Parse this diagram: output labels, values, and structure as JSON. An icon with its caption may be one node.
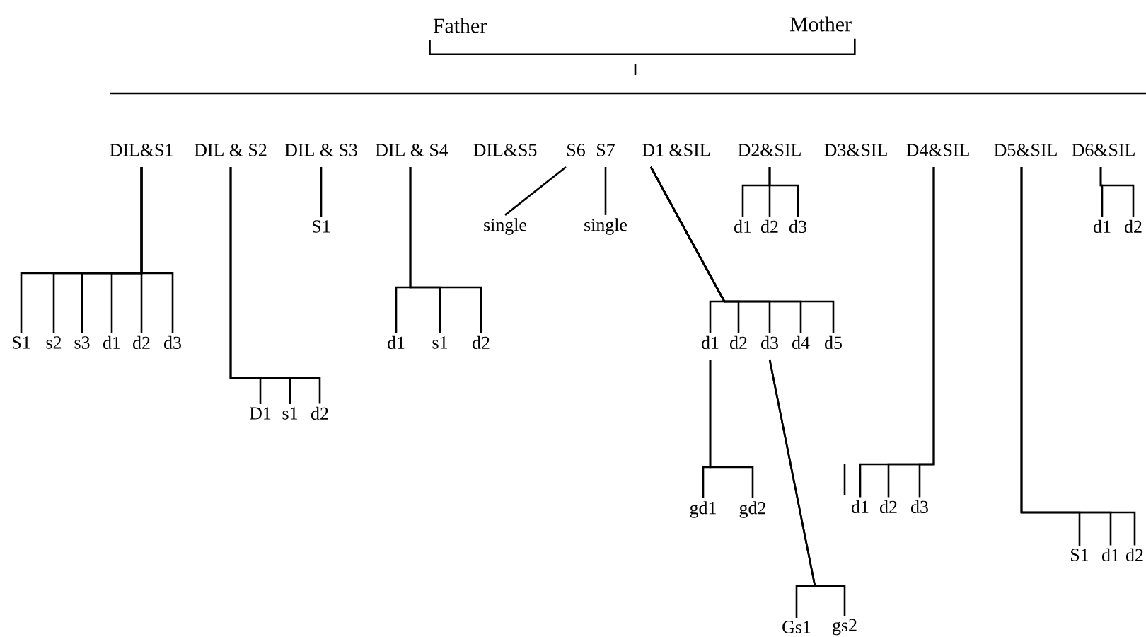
{
  "diagram": {
    "nodes": [
      {
        "text": [
          "Father"
        ]
      },
      {
        "text": [
          "Mother"
        ]
      },
      {
        "text": [
          "DIL&S1"
        ]
      },
      {
        "text": [
          "DIL & S2"
        ]
      },
      {
        "text": [
          "DIL & S3"
        ]
      },
      {
        "text": [
          "DIL & S4"
        ]
      },
      {
        "text": [
          "DIL&S5"
        ]
      },
      {
        "text": [
          "S6"
        ]
      },
      {
        "text": [
          "S7"
        ]
      },
      {
        "text": [
          "D1 &SIL"
        ]
      },
      {
        "text": [
          "D2&SIL"
        ]
      },
      {
        "text": [
          "D3&SIL"
        ]
      },
      {
        "text": [
          "D4&SIL"
        ]
      },
      {
        "text": [
          "D5&SIL"
        ]
      },
      {
        "text": [
          "D6&SIL"
        ]
      },
      {
        "text": [
          "single"
        ]
      },
      {
        "text": [
          "single"
        ]
      },
      {
        "text": [
          "S1"
        ]
      },
      {
        "text": [
          "d1"
        ]
      },
      {
        "text": [
          "d2"
        ]
      },
      {
        "text": [
          "d3"
        ]
      },
      {
        "text": [
          "d1"
        ]
      },
      {
        "text": [
          "d2"
        ]
      },
      {
        "text": [
          "S1"
        ]
      },
      {
        "text": [
          "s2"
        ]
      },
      {
        "text": [
          "s3"
        ]
      },
      {
        "text": [
          "d1"
        ]
      },
      {
        "text": [
          "d2"
        ]
      },
      {
        "text": [
          "d3"
        ]
      },
      {
        "text": [
          "d1"
        ]
      },
      {
        "text": [
          "s1"
        ]
      },
      {
        "text": [
          "d2"
        ]
      },
      {
        "text": [
          "d1"
        ]
      },
      {
        "text": [
          "d2"
        ]
      },
      {
        "text": [
          "d3"
        ]
      },
      {
        "text": [
          "d4"
        ]
      },
      {
        "text": [
          "d5"
        ]
      },
      {
        "text": [
          "D1"
        ]
      },
      {
        "text": [
          "s1"
        ]
      },
      {
        "text": [
          "d2"
        ]
      },
      {
        "text": [
          "gd1"
        ]
      },
      {
        "text": [
          "gd2"
        ]
      },
      {
        "text": [
          "d1"
        ]
      },
      {
        "text": [
          "d2"
        ]
      },
      {
        "text": [
          "d3"
        ]
      },
      {
        "text": [
          "S1"
        ]
      },
      {
        "text": [
          "d1"
        ]
      },
      {
        "text": [
          "d2"
        ]
      },
      {
        "text": [
          "Gs1"
        ]
      },
      {
        "text": [
          "gs2"
        ]
      }
    ],
    "edges": [
      {
        "from": 0,
        "to": 1,
        "arrow": "none"
      },
      {
        "from": 7,
        "to": 15,
        "arrow": "none"
      },
      {
        "from": 8,
        "to": 16,
        "arrow": "none"
      },
      {
        "from": 4,
        "to": 17,
        "arrow": "none"
      },
      {
        "from": 10,
        "to": 18,
        "arrow": "none"
      },
      {
        "from": 10,
        "to": 19,
        "arrow": "none"
      },
      {
        "from": 10,
        "to": 20,
        "arrow": "none"
      },
      {
        "from": 14,
        "to": 21,
        "arrow": "none"
      },
      {
        "from": 14,
        "to": 22,
        "arrow": "none"
      },
      {
        "from": 2,
        "to": 23,
        "arrow": "none"
      },
      {
        "from": 2,
        "to": 24,
        "arrow": "none"
      },
      {
        "from": 2,
        "to": 25,
        "arrow": "none"
      },
      {
        "from": 2,
        "to": 26,
        "arrow": "none"
      },
      {
        "from": 2,
        "to": 27,
        "arrow": "none"
      },
      {
        "from": 2,
        "to": 28,
        "arrow": "none"
      },
      {
        "from": 5,
        "to": 29,
        "arrow": "none"
      },
      {
        "from": 5,
        "to": 30,
        "arrow": "none"
      },
      {
        "from": 5,
        "to": 31,
        "arrow": "none"
      },
      {
        "from": 9,
        "to": 32,
        "arrow": "none"
      },
      {
        "from": 9,
        "to": 33,
        "arrow": "none"
      },
      {
        "from": 9,
        "to": 34,
        "arrow": "none"
      },
      {
        "from": 9,
        "to": 35,
        "arrow": "none"
      },
      {
        "from": 9,
        "to": 36,
        "arrow": "none"
      },
      {
        "from": 3,
        "to": 37,
        "arrow": "none"
      },
      {
        "from": 3,
        "to": 38,
        "arrow": "none"
      },
      {
        "from": 3,
        "to": 39,
        "arrow": "none"
      },
      {
        "from": 32,
        "to": 40,
        "arrow": "none"
      },
      {
        "from": 32,
        "to": 41,
        "arrow": "none"
      },
      {
        "from": 12,
        "to": 42,
        "arrow": "none"
      },
      {
        "from": 12,
        "to": 43,
        "arrow": "none"
      },
      {
        "from": 12,
        "to": 44,
        "arrow": "none"
      },
      {
        "from": 13,
        "to": 45,
        "arrow": "none"
      },
      {
        "from": 13,
        "to": 46,
        "arrow": "none"
      },
      {
        "from": 13,
        "to": 47,
        "arrow": "none"
      },
      {
        "from": 34,
        "to": 48,
        "arrow": "none"
      },
      {
        "from": 34,
        "to": 49,
        "arrow": "none"
      }
    ]
  }
}
